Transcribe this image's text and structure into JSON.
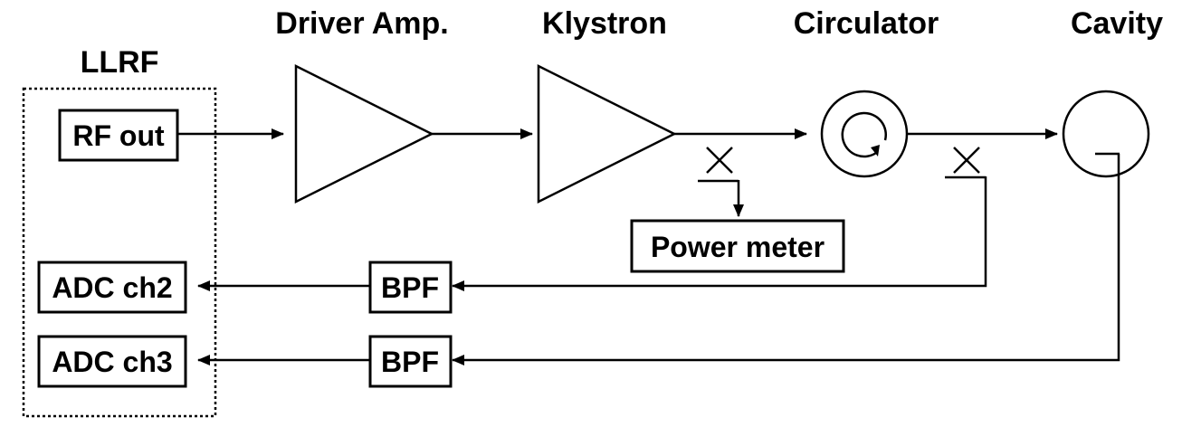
{
  "labels": {
    "llrf": "LLRF",
    "driver_amp": "Driver Amp.",
    "klystron": "Klystron",
    "circulator": "Circulator",
    "cavity": "Cavity"
  },
  "boxes": {
    "rf_out": "RF out",
    "power_meter": "Power meter",
    "adc_ch2": "ADC ch2",
    "adc_ch3": "ADC ch3",
    "bpf_upper": "BPF",
    "bpf_lower": "BPF"
  },
  "colors": {
    "stroke": "#000000",
    "background": "#ffffff"
  }
}
